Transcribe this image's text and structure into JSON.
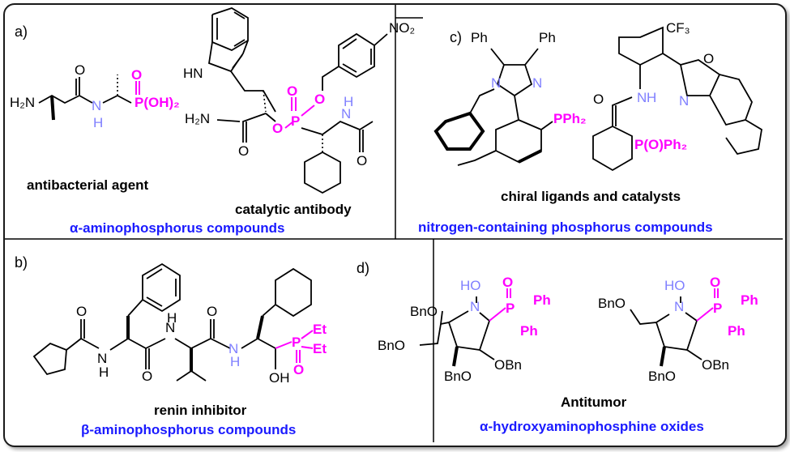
{
  "panels": {
    "a": {
      "letter": "a)",
      "cap1": "antibacterial agent",
      "cap2": "catalytic antibody",
      "class": "α-aminophosphorus compounds"
    },
    "b": {
      "letter": "b)",
      "cap": "renin inhibitor",
      "class": "β-aminophosphorus compounds"
    },
    "c": {
      "letter": "c)",
      "cap": "chiral ligands and catalysts",
      "class": "nitrogen-containing phosphorus compounds"
    },
    "d": {
      "letter": "d)",
      "cap": "Antitumor",
      "class": "α-hydroxyaminophosphine oxides"
    }
  },
  "atoms": {
    "h2n": "H₂N",
    "nh": "N",
    "h": "H",
    "o": "O",
    "p_oh2": "P(OH)₂",
    "hn": "HN",
    "no2": "NO₂",
    "p": "P",
    "h2n2": "H₂N",
    "ph": "Ph",
    "pph2": "PPh₂",
    "cf3": "CF₃",
    "popph2": "P(O)Ph₂",
    "et": "Et",
    "oh": "OH",
    "ho": "HO",
    "bno": "BnO",
    "obn": "OBn"
  },
  "colors": {
    "blue": "#1a1aff",
    "magenta": "#ff00ff",
    "nitrogen": "#8080ff"
  }
}
